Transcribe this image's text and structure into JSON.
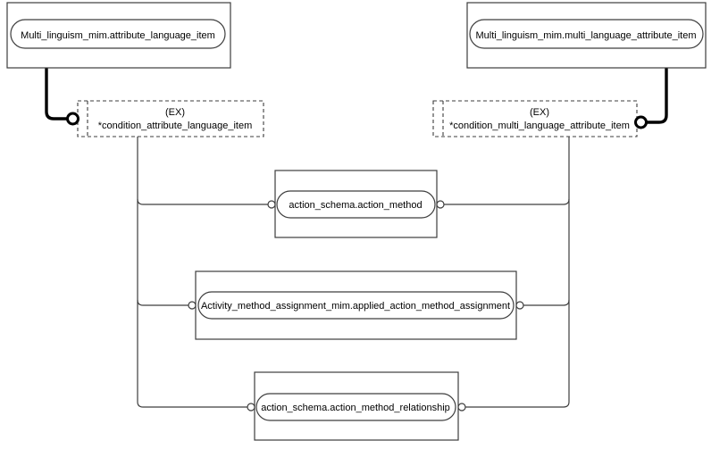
{
  "diagram": {
    "kind": "express-g-schema-diagram",
    "colors": {
      "background": "#ffffff",
      "thin_line": "#3d3d3d",
      "thick_line": "#000000",
      "text": "#000000"
    },
    "nodes": {
      "top_left_entity": {
        "label": "Multi_linguism_mim.attribute_language_item"
      },
      "top_right_entity": {
        "label": "Multi_linguism_mim.multi_language_attribute_item"
      },
      "left_condition": {
        "tag": "(EX)",
        "label": "*condition_attribute_language_item"
      },
      "right_condition": {
        "tag": "(EX)",
        "label": "*condition_multi_language_attribute_item"
      },
      "action_method": {
        "label": "action_schema.action_method"
      },
      "applied_action_method_assignment": {
        "label": "Activity_method_assignment_mim.applied_action_method_assignment"
      },
      "action_method_relationship": {
        "label": "action_schema.action_method_relationship"
      }
    }
  }
}
